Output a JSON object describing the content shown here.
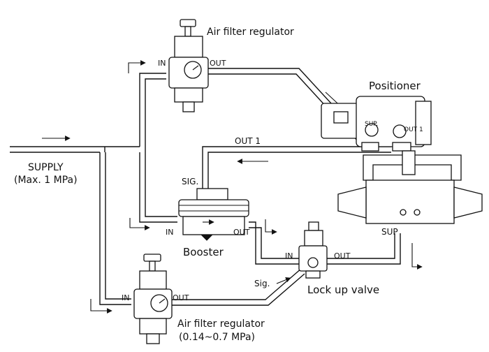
{
  "labels": {
    "afr_top": "Air filter regulator",
    "afr_top_in": "IN",
    "afr_top_out": "OUT",
    "positioner": "Positioner",
    "positioner_sup": "SUP.",
    "positioner_out1": "OUT 1",
    "out1_line": "OUT 1",
    "supply": "SUPPLY",
    "supply_max": "(Max. 1 MPa)",
    "booster_sig": "SIG.",
    "booster_in": "IN",
    "booster_out": "OUT",
    "booster": "Booster",
    "actuator_sup": "SUP",
    "lockup_in": "IN",
    "lockup_out": "OUT",
    "lockup_sig": "Sig.",
    "lockup": "Lock up valve",
    "afr_bottom_in": "IN",
    "afr_bottom_out": "OUT",
    "afr_bottom": "Air filter regulator",
    "afr_bottom_range": "(0.14~0.7 MPa)"
  }
}
